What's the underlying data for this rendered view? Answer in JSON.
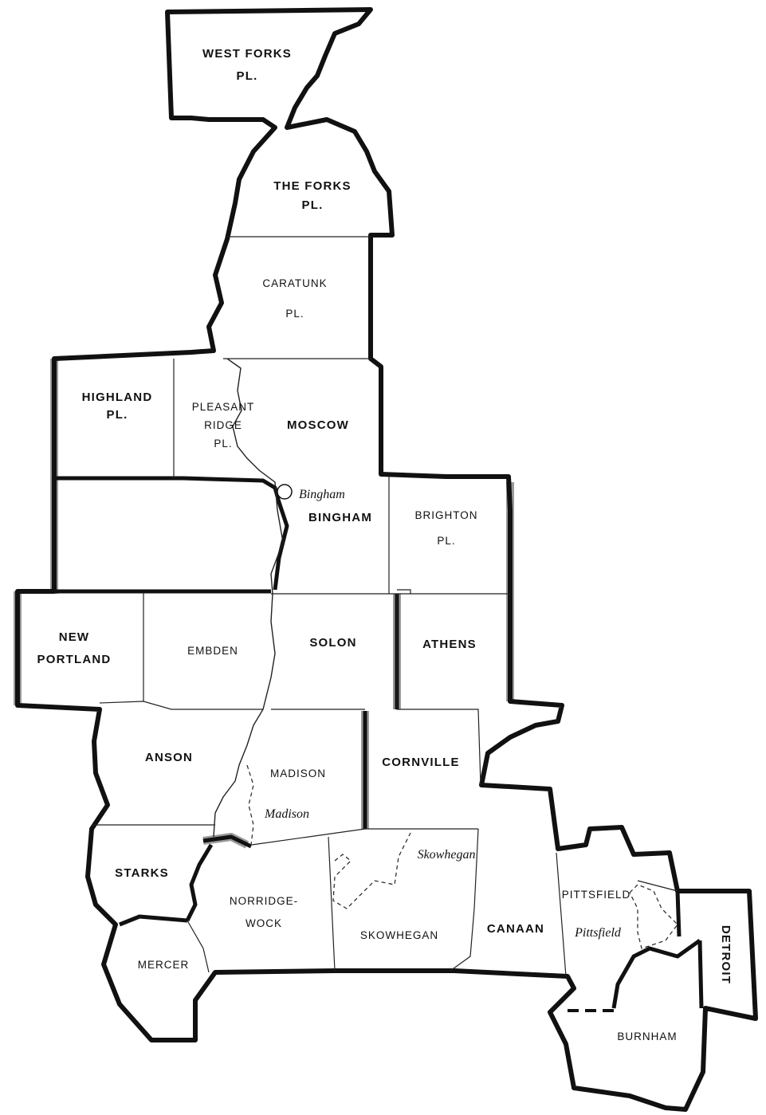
{
  "towns": [
    {
      "key": "west_forks",
      "lines": [
        "WEST FORKS",
        "PL."
      ]
    },
    {
      "key": "the_forks",
      "lines": [
        "THE FORKS",
        "PL."
      ]
    },
    {
      "key": "caratunk",
      "lines": [
        "CARATUNK",
        "PL."
      ]
    },
    {
      "key": "highland",
      "lines": [
        "HIGHLAND",
        "PL."
      ]
    },
    {
      "key": "pleasant_ridge",
      "lines": [
        "PLEASANT",
        "RIDGE",
        "PL."
      ]
    },
    {
      "key": "moscow",
      "lines": [
        "MOSCOW"
      ]
    },
    {
      "key": "bingham",
      "lines": [
        "BINGHAM"
      ]
    },
    {
      "key": "brighton",
      "lines": [
        "BRIGHTON",
        "PL."
      ]
    },
    {
      "key": "new_portland",
      "lines": [
        "NEW",
        "PORTLAND"
      ]
    },
    {
      "key": "embden",
      "lines": [
        "EMBDEN"
      ]
    },
    {
      "key": "solon",
      "lines": [
        "SOLON"
      ]
    },
    {
      "key": "athens",
      "lines": [
        "ATHENS"
      ]
    },
    {
      "key": "anson",
      "lines": [
        "ANSON"
      ]
    },
    {
      "key": "madison",
      "lines": [
        "MADISON"
      ]
    },
    {
      "key": "cornville",
      "lines": [
        "CORNVILLE"
      ]
    },
    {
      "key": "starks",
      "lines": [
        "STARKS"
      ]
    },
    {
      "key": "norridgewock",
      "lines": [
        "NORRIDGE-",
        "WOCK"
      ]
    },
    {
      "key": "skowhegan",
      "lines": [
        "SKOWHEGAN"
      ]
    },
    {
      "key": "canaan",
      "lines": [
        "CANAAN"
      ]
    },
    {
      "key": "pittsfield",
      "lines": [
        "PITTSFIELD"
      ]
    },
    {
      "key": "detroit",
      "lines": [
        "DETROIT"
      ]
    },
    {
      "key": "mercer",
      "lines": [
        "MERCER"
      ]
    },
    {
      "key": "burnham",
      "lines": [
        "BURNHAM"
      ]
    }
  ],
  "villages": [
    {
      "key": "bingham_village",
      "name": "Bingham"
    },
    {
      "key": "madison_village",
      "name": "Madison"
    },
    {
      "key": "skowhegan_village",
      "name": "Skowhegan"
    },
    {
      "key": "pittsfield_village",
      "name": "Pittsfield"
    }
  ]
}
